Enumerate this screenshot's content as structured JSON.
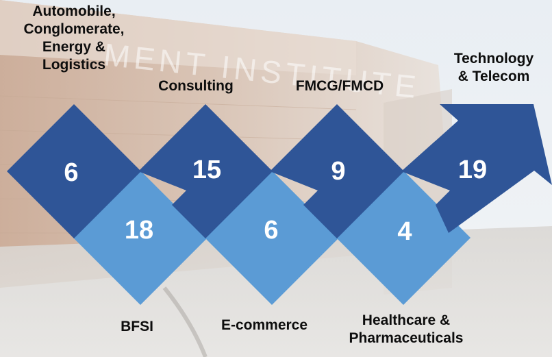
{
  "colors": {
    "dark_blue": "#2f5597",
    "light_blue": "#5b9bd5",
    "number_text": "#ffffff",
    "label_text": "#0d0d0d"
  },
  "top_sectors": [
    {
      "label_lines": [
        "Automobile,",
        "Conglomerate,",
        "Energy &",
        "Logistics"
      ],
      "count": "6"
    },
    {
      "label_lines": [
        "Consulting"
      ],
      "count": "15"
    },
    {
      "label_lines": [
        "FMCG/FMCD"
      ],
      "count": "9"
    },
    {
      "label_lines": [
        "Technology",
        "& Telecom"
      ],
      "count": "19"
    }
  ],
  "bottom_sectors": [
    {
      "label_lines": [
        "BFSI"
      ],
      "count": "18"
    },
    {
      "label_lines": [
        "E-commerce"
      ],
      "count": "6"
    },
    {
      "label_lines": [
        "Healthcare &",
        "Pharmaceuticals"
      ],
      "count": "4"
    }
  ],
  "background": {
    "sign_text": "MENT INSTITUTE"
  }
}
